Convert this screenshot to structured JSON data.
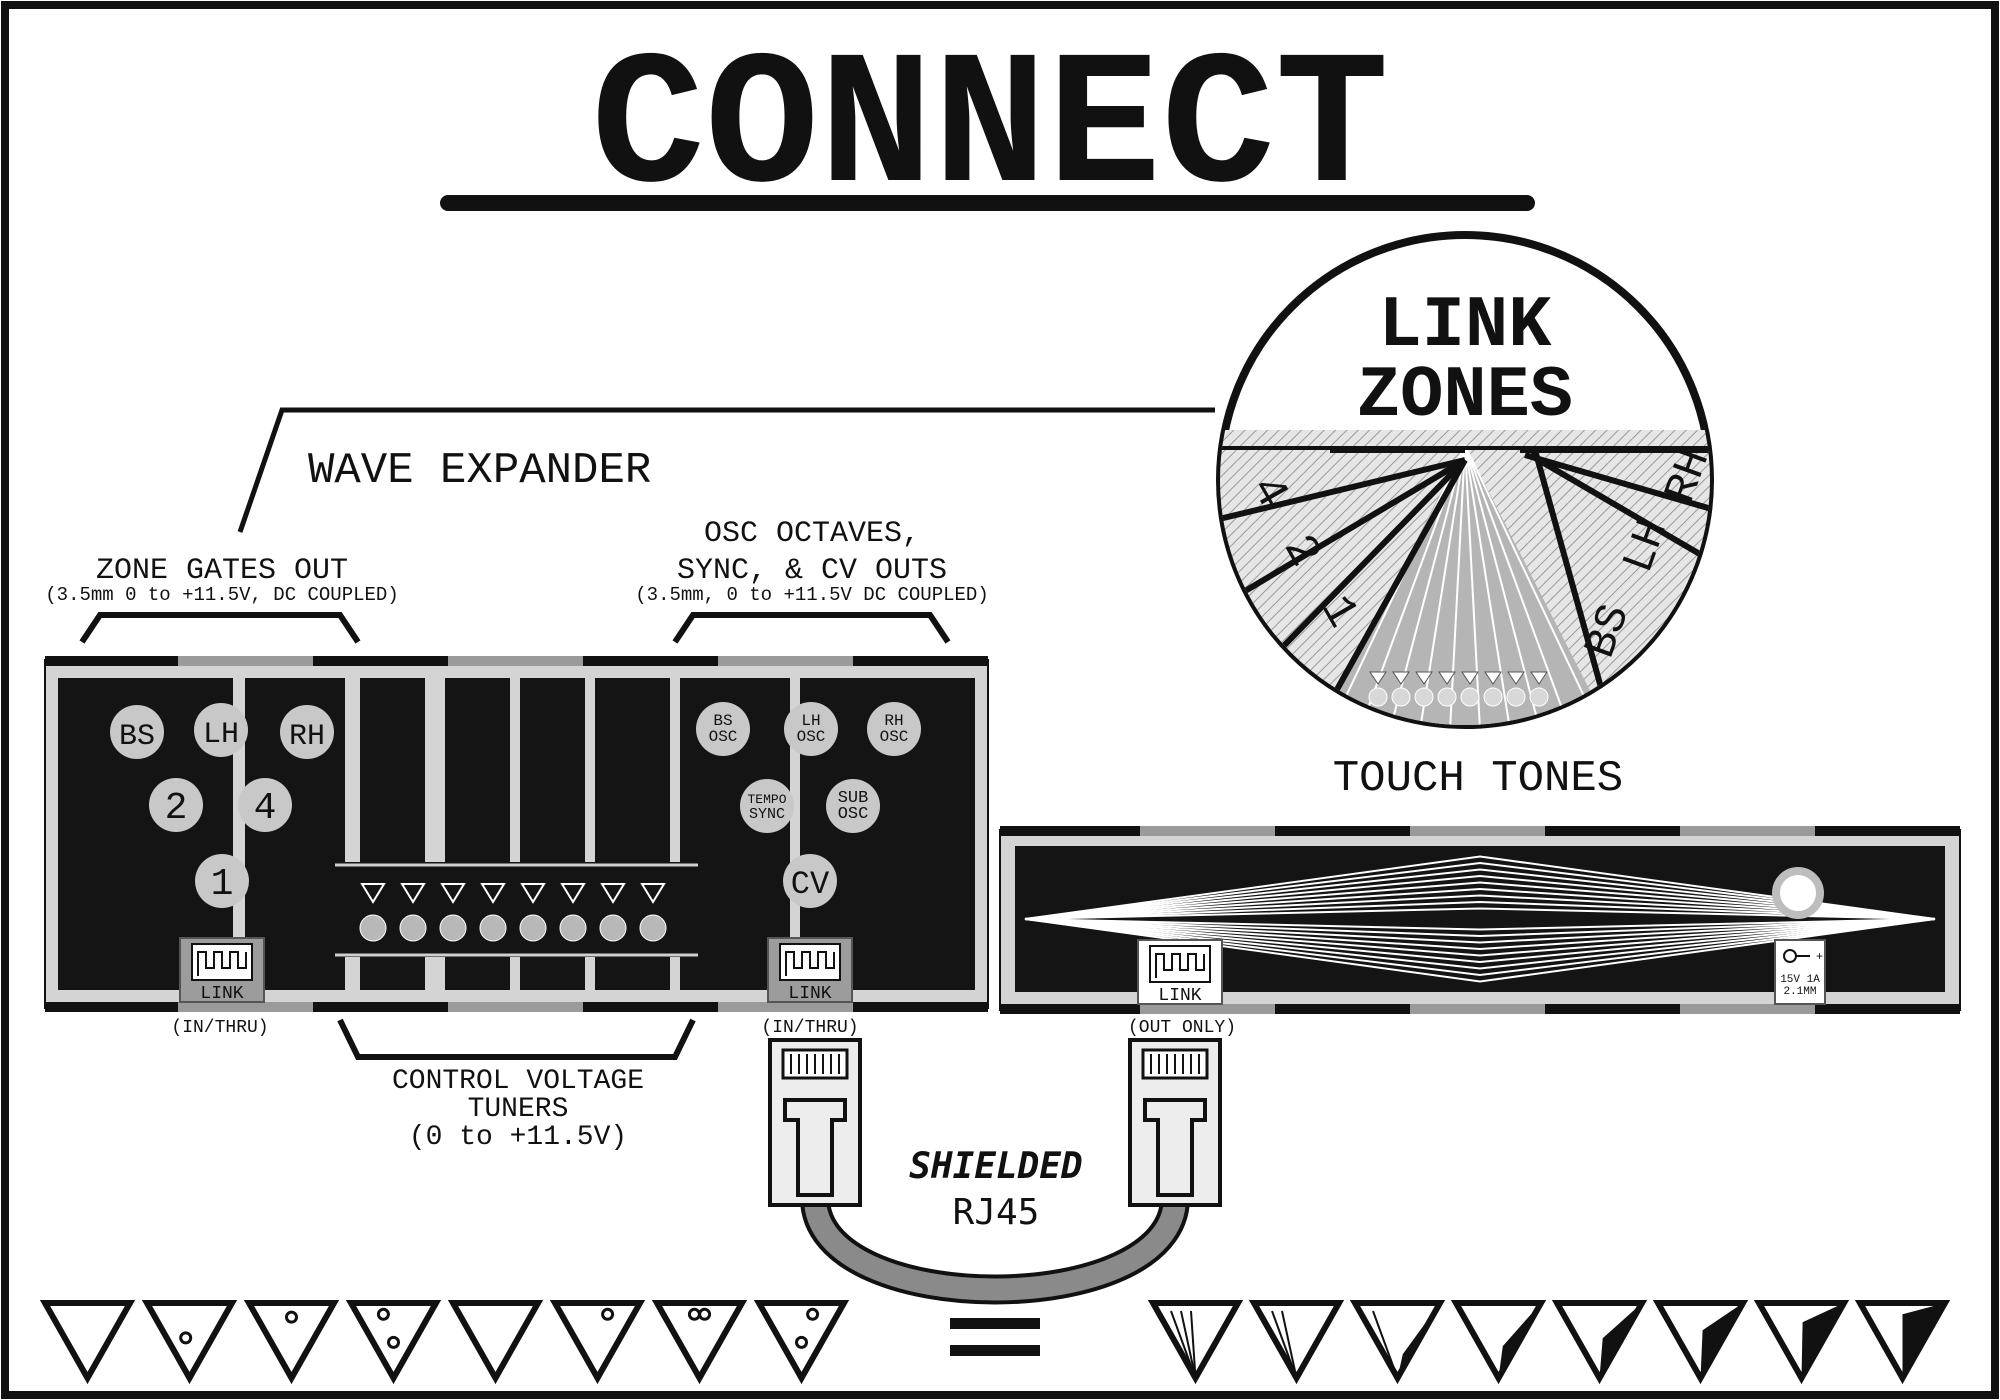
{
  "title": "CONNECT",
  "link_zones": {
    "title_line1": "LINK",
    "title_line2": "ZONES",
    "left_labels": [
      "4",
      "2",
      "1"
    ],
    "right_labels": [
      "RH",
      "LH",
      "BS"
    ]
  },
  "wave_expander": {
    "label": "WAVE EXPANDER",
    "zone_gates": {
      "title": "ZONE GATES OUT",
      "subtitle": "(3.5mm 0 to +11.5V, DC COUPLED)",
      "jacks": [
        "BS",
        "LH",
        "RH",
        "2",
        "4",
        "1"
      ]
    },
    "osc_outs": {
      "title_line1": "OSC OCTAVES,",
      "title_line2": "SYNC, & CV OUTS",
      "subtitle": "(3.5mm, 0 to +11.5V DC COUPLED)",
      "jacks": [
        {
          "line1": "BS",
          "line2": "OSC"
        },
        {
          "line1": "LH",
          "line2": "OSC"
        },
        {
          "line1": "RH",
          "line2": "OSC"
        },
        {
          "line1": "TEMPO",
          "line2": "SYNC"
        },
        {
          "line1": "SUB",
          "line2": "OSC"
        },
        {
          "line1": "CV",
          "line2": ""
        }
      ]
    },
    "cv_tuners": {
      "line1": "CONTROL VOLTAGE",
      "line2": "TUNERS",
      "line3": "(0 to +11.5V)",
      "count": 8
    },
    "link_left": {
      "label": "LINK",
      "note": "(IN/THRU)"
    },
    "link_right": {
      "label": "LINK",
      "note": "(IN/THRU)"
    }
  },
  "touch_tones": {
    "label": "TOUCH TONES",
    "link": {
      "label": "LINK",
      "note": "(OUT ONLY)"
    },
    "power": {
      "line1": "15V 1A",
      "line2": "2.1MM"
    }
  },
  "cable": {
    "line1": "SHIELDED",
    "line2": "RJ45"
  },
  "legend": {
    "equals": "=",
    "left_count": 8,
    "right_count": 8
  },
  "colors": {
    "ink": "#111111",
    "panel": "#141414",
    "panel_border": "#cfcfcf",
    "jack": "#c8c8c8",
    "cable": "#8a8a8a"
  }
}
